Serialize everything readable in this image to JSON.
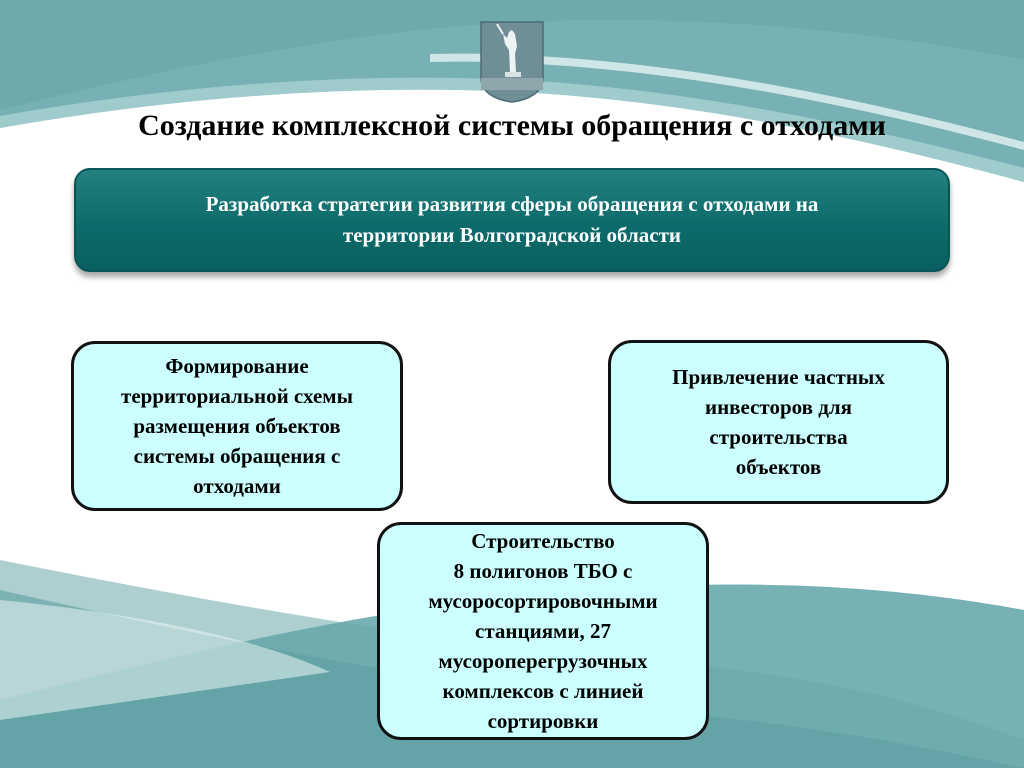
{
  "title": "Создание комплексной системы обращения с отходами",
  "emblem_icon": "volgograd-coat-of-arms-icon",
  "colors": {
    "teal": "#0d6b6b",
    "cyan_box": "#ccffff",
    "background_wave": "#79b3b5"
  },
  "nodes": {
    "strategy": "Разработка стратегии развития сферы обращения с отходами на\nтерритории Волгоградской области",
    "territorial_scheme": "Формирование\nтерриториальной схемы\nразмещения объектов\nсистемы обращения с\nотходами",
    "investors": "Привлечение частных\nинвесторов для\nстроительства\nобъектов",
    "construction": "Строительство\n8 полигонов ТБО с\nмусоросортировочными\nстанциями, 27\nмусороперегрузочных\nкомплексов с линией\nсортировки"
  }
}
